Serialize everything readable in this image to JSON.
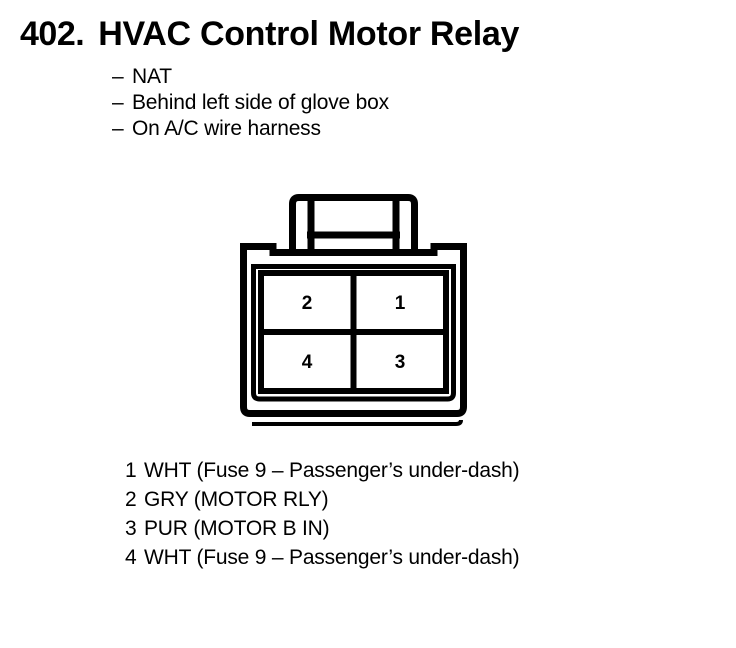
{
  "header": {
    "number": "402.",
    "title": "HVAC Control Motor Relay"
  },
  "notes": {
    "dash": "–",
    "items": [
      "NAT",
      "Behind left side of glove box",
      "On A/C wire harness"
    ]
  },
  "connector": {
    "name": "4-pin-connector",
    "pins": [
      {
        "label": "2",
        "position": "top-left"
      },
      {
        "label": "1",
        "position": "top-right"
      },
      {
        "label": "4",
        "position": "bottom-left"
      },
      {
        "label": "3",
        "position": "bottom-right"
      }
    ]
  },
  "legend": {
    "rows": [
      {
        "pin": "1",
        "text": "WHT (Fuse 9 – Passenger’s under-dash)"
      },
      {
        "pin": "2",
        "text": "GRY (MOTOR RLY)"
      },
      {
        "pin": "3",
        "text": "PUR (MOTOR B IN)"
      },
      {
        "pin": "4",
        "text": "WHT (Fuse 9 – Passenger’s under-dash)"
      }
    ]
  },
  "colors": {
    "ink": "#000000",
    "paper": "#ffffff"
  }
}
